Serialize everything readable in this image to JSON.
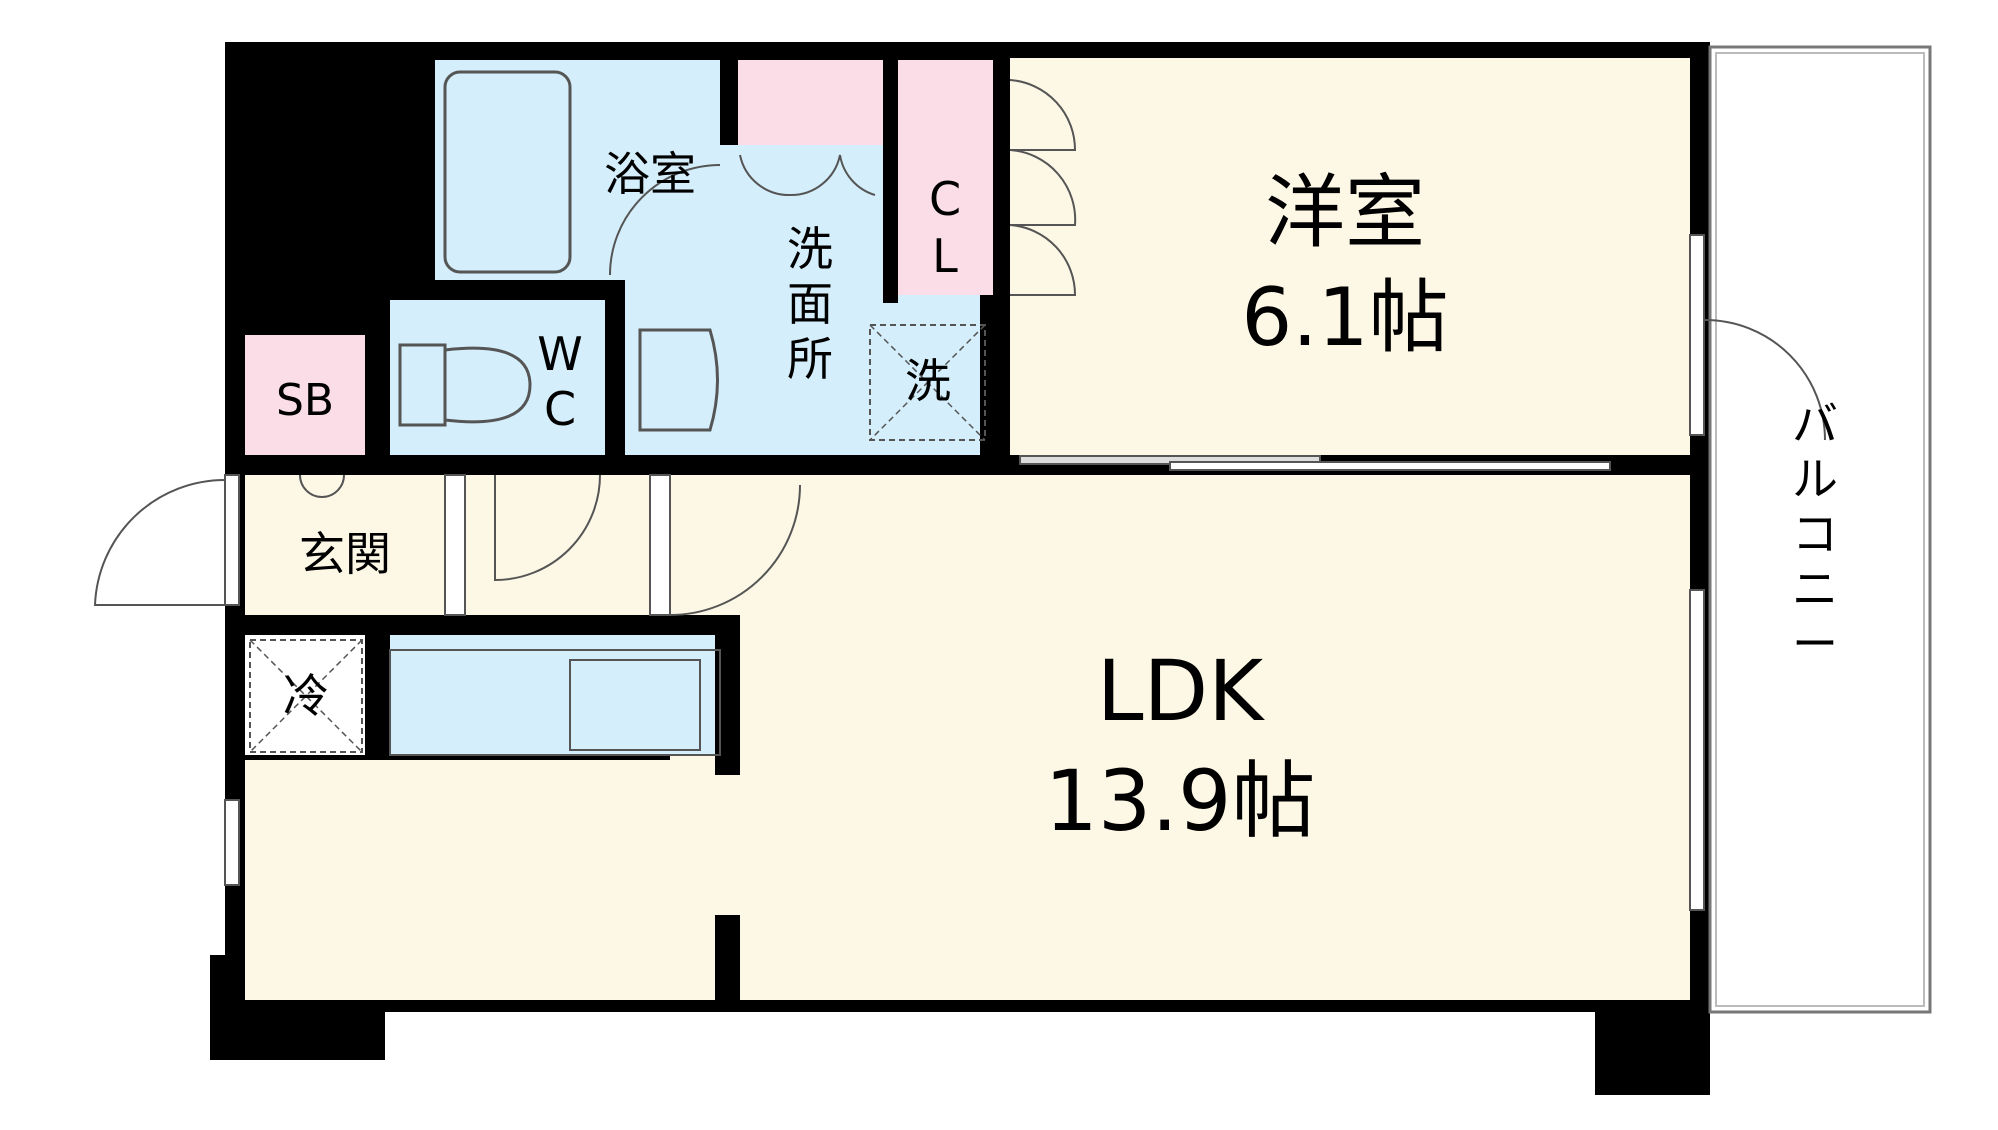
{
  "rooms": {
    "western_room": {
      "name": "洋室",
      "size": "6.1帖"
    },
    "ldk": {
      "name": "LDK",
      "size": "13.9帖"
    },
    "bathroom": {
      "name": "浴室"
    },
    "washroom": {
      "chars": [
        "洗",
        "面",
        "所"
      ]
    },
    "closet": {
      "chars": [
        "C",
        "L"
      ]
    },
    "toilet": {
      "chars": [
        "W",
        "C"
      ]
    },
    "shoe_box": {
      "name": "SB"
    },
    "entrance": {
      "name": "玄関"
    },
    "balcony": {
      "chars": [
        "バ",
        "ル",
        "コ",
        "ニ",
        "ー"
      ]
    }
  },
  "fixtures": {
    "washer": "洗",
    "fridge": "冷"
  },
  "colors": {
    "wall": "#000000",
    "living_floor": "#fdf8e6",
    "wet_area": "#d4effb",
    "storage": "#fadde6",
    "line": "#555555"
  }
}
